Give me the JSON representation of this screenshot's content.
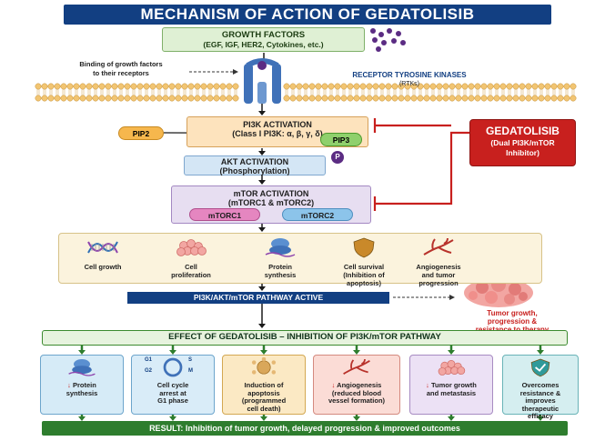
{
  "title": "MECHANISM OF ACTION OF GEDATOLISIB",
  "growth_factors": {
    "title": "GROWTH FACTORS",
    "subtitle": "(EGF, IGF, HER2, Cytokines, etc.)"
  },
  "binding_label": {
    "line1": "Binding of growth factors",
    "line2": "to their receptors"
  },
  "rtk_label": {
    "line1": "RECEPTOR TYROSINE KINASES",
    "line2": "(RTKs)"
  },
  "pi3k": {
    "title": "PI3K ACTIVATION",
    "subtitle": "(Class I PI3K: α, β, γ, δ)",
    "pip2": "PIP2",
    "pip3": "PIP3"
  },
  "akt": {
    "title": "AKT ACTIVATION",
    "subtitle": "(Phosphorylation)",
    "p_badge": "P"
  },
  "mtor": {
    "title": "mTOR ACTIVATION",
    "subtitle": "(mTORC1 & mTORC2)",
    "mtorc1": "mTORC1",
    "mtorc2": "mTORC2"
  },
  "gedatolisib": {
    "name": "GEDATOLISIB",
    "line1": "(Dual PI3K/mTOR",
    "line2": "Inhibitor)"
  },
  "outcomes": [
    {
      "lines": [
        "Cell growth"
      ],
      "icon": "dna-icon"
    },
    {
      "lines": [
        "Cell",
        "proliferation"
      ],
      "icon": "cells-icon"
    },
    {
      "lines": [
        "Protein",
        "synthesis"
      ],
      "icon": "ribosome-icon"
    },
    {
      "lines": [
        "Cell survival",
        "(Inhibition of",
        "apoptosis)"
      ],
      "icon": "shield-icon"
    },
    {
      "lines": [
        "Angiogenesis",
        "and tumor",
        "progression"
      ],
      "icon": "vessel-icon"
    }
  ],
  "pathway_active": "PI3K/AKT/mTOR PATHWAY ACTIVE",
  "tumor_label": {
    "line1": "Tumor growth,",
    "line2": "progression &",
    "line3": "resistance to therapy"
  },
  "effect_title": "EFFECT OF GEDATOLISIB – INHIBITION OF PI3K/mTOR PATHWAY",
  "effects": [
    {
      "lines": [
        "↓ Protein",
        "synthesis"
      ],
      "icon": "ribosome-icon",
      "bg": "#d6ebf7"
    },
    {
      "lines": [
        "Cell cycle",
        "arrest at",
        "G1 phase"
      ],
      "icon": "cell-cycle-icon",
      "bg": "#d9ecf8",
      "cycle": [
        "G1",
        "S",
        "G2",
        "M"
      ]
    },
    {
      "lines": [
        "Induction of",
        "apoptosis",
        "(programmed",
        "cell death)"
      ],
      "icon": "apoptosis-icon",
      "bg": "#fbe9c4"
    },
    {
      "lines": [
        "↓ Angiogenesis",
        "(reduced blood",
        "vessel formation)"
      ],
      "icon": "vessel-icon",
      "bg": "#fbdcd6"
    },
    {
      "lines": [
        "↓ Tumor growth",
        "and metastasis"
      ],
      "icon": "tumor-icon",
      "bg": "#ece1f5"
    },
    {
      "lines": [
        "Overcomes",
        "resistance &",
        "improves",
        "therapeutic",
        "efficacy"
      ],
      "icon": "shield-check-icon",
      "bg": "#d5eef0"
    }
  ],
  "result": "RESULT: Inhibition of tumor growth, delayed progression & improved outcomes",
  "colors": {
    "navy": "#123f82",
    "red": "#c8201e",
    "green": "#2e7d2e",
    "purple": "#5b2c83"
  }
}
